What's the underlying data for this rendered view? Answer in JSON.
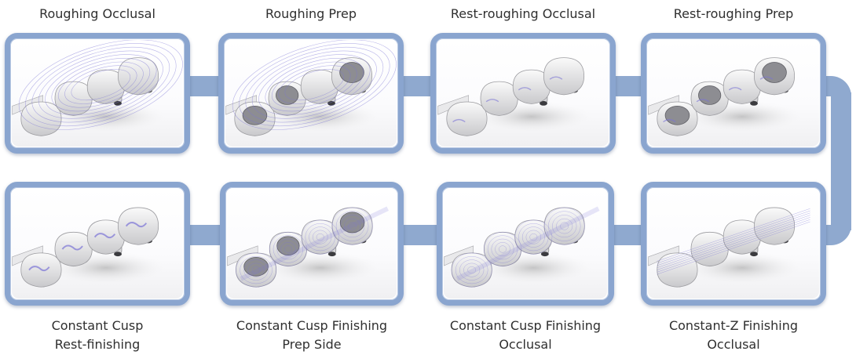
{
  "steps": [
    {
      "id": "roughing-occlusal",
      "caption_lines": [
        "Roughing Occlusal"
      ],
      "toolpath_style": "contours"
    },
    {
      "id": "roughing-prep",
      "caption_lines": [
        "Roughing Prep"
      ],
      "toolpath_style": "contours-prep"
    },
    {
      "id": "rest-roughing-occlusal",
      "caption_lines": [
        "Rest-roughing Occlusal"
      ],
      "toolpath_style": "sparse"
    },
    {
      "id": "rest-roughing-prep",
      "caption_lines": [
        "Rest-roughing Prep"
      ],
      "toolpath_style": "sparse-prep"
    },
    {
      "id": "constant-z-finishing-occlusal",
      "caption_lines": [
        "Constant-Z Finishing",
        "Occlusal"
      ],
      "toolpath_style": "fine"
    },
    {
      "id": "constant-cusp-finishing-occlusal",
      "caption_lines": [
        "Constant Cusp Finishing",
        "Occlusal"
      ],
      "toolpath_style": "dense"
    },
    {
      "id": "constant-cusp-finishing-prep-side",
      "caption_lines": [
        "Constant Cusp Finishing",
        "Prep Side"
      ],
      "toolpath_style": "dense-prep"
    },
    {
      "id": "constant-cusp-rest-finishing",
      "caption_lines": [
        "Constant Cusp",
        "Rest-finishing"
      ],
      "toolpath_style": "patches"
    }
  ],
  "colors": {
    "frame": "#8aa5cf",
    "connector": "#8fa9cf",
    "toolpath": "#7b74d6",
    "model": "#e6e6e8",
    "caption": "#2f2f2f"
  }
}
